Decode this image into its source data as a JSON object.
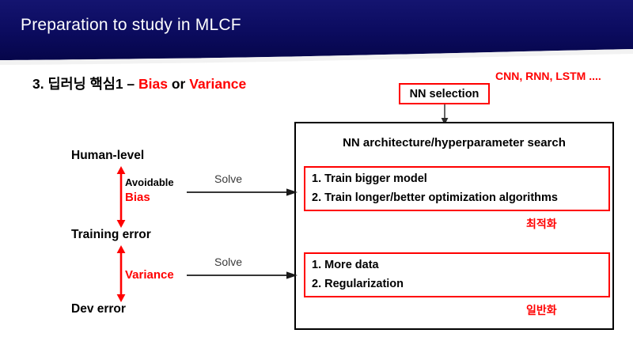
{
  "header": {
    "title": "Preparation to study in MLCF",
    "background_color": "#0a0a5e",
    "text_color": "#ffffff"
  },
  "subtitle": {
    "prefix": "3. 딥러닝 핵심1 ",
    "dash": "– ",
    "term1": "Bias",
    "conjunction": " or ",
    "term2": "Variance",
    "accent_color": "#ff0000"
  },
  "notes": {
    "nn_types": "CNN, RNN, LSTM ....",
    "nn_types_color": "#ff0000"
  },
  "nn_selection": {
    "label": "NN selection",
    "border_color": "#ff0000"
  },
  "main_box": {
    "title": "NN architecture/hyperparameter search",
    "border_color": "#000000",
    "optimization": {
      "items": [
        "1. Train bigger model",
        "2. Train longer/better optimization algorithms"
      ],
      "caption": "최적화",
      "border_color": "#ff0000"
    },
    "regularization": {
      "items": [
        "1. More data",
        "2. Regularization"
      ],
      "caption": "일반화",
      "border_color": "#ff0000"
    }
  },
  "error_ladder": {
    "levels": [
      {
        "label": "Human-level"
      },
      {
        "label": "Training error"
      },
      {
        "label": "Dev error"
      }
    ],
    "gaps": [
      {
        "qualifier": "Avoidable",
        "name": "Bias",
        "action": "Solve",
        "arrow_color": "#ff0000"
      },
      {
        "qualifier": "",
        "name": "Variance",
        "action": "Solve",
        "arrow_color": "#ff0000"
      }
    ]
  }
}
